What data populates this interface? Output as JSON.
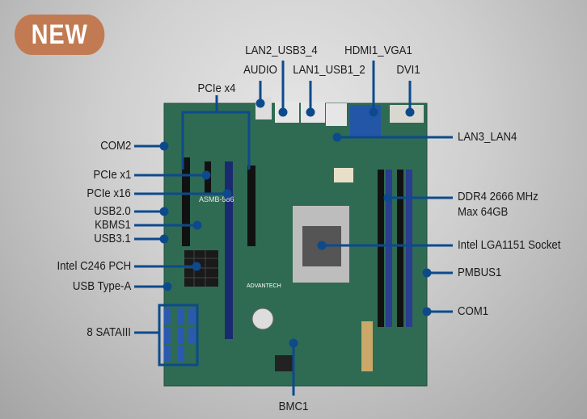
{
  "badge": "NEW",
  "board": {
    "model": "ASMB-586",
    "brand": "ADVANTECH"
  },
  "labels": {
    "pcie_x4": "PCIe x4",
    "audio": "AUDIO",
    "lan2_usb": "LAN2_USB3_4",
    "lan1_usb": "LAN1_USB1_2",
    "hdmi_vga": "HDMI1_VGA1",
    "dvi": "DVI1",
    "lan3_lan4": "LAN3_LAN4",
    "com2": "COM2",
    "pcie_x1": "PCIe x1",
    "pcie_x16": "PCIe x16",
    "usb20": "USB2.0",
    "kbms": "KBMS1",
    "usb31": "USB3.1",
    "pch": "Intel C246 PCH",
    "usb_type_a": "USB Type-A",
    "sata": "8 SATAIII",
    "ddr4": "DDR4 2666 MHz",
    "ddr4_max": "Max 64GB",
    "socket": "Intel LGA1151 Socket",
    "pmbus": "PMBUS1",
    "com1": "COM1",
    "bmc": "BMC1"
  },
  "colors": {
    "callout": "#0d4a8c",
    "badge": "#c27a52",
    "pcb": "#2f6b52"
  }
}
